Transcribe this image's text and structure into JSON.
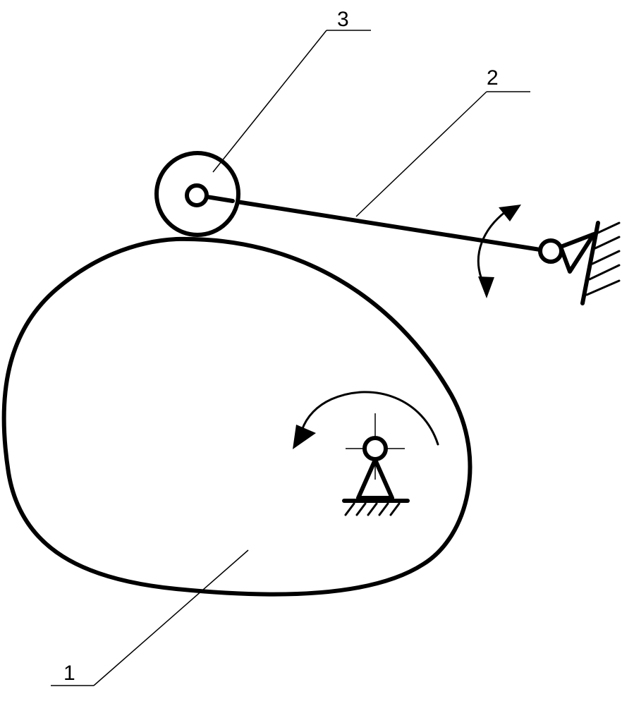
{
  "diagram": {
    "labels": {
      "cam": "1",
      "rocker_arm": "2",
      "roller": "3"
    },
    "icons": {
      "cam_rotation_arrow": "curved-arrow-counterclockwise",
      "rocker_swing_arrow": "double-headed-curved-arrow",
      "ground_support": "hatched-ground"
    }
  }
}
